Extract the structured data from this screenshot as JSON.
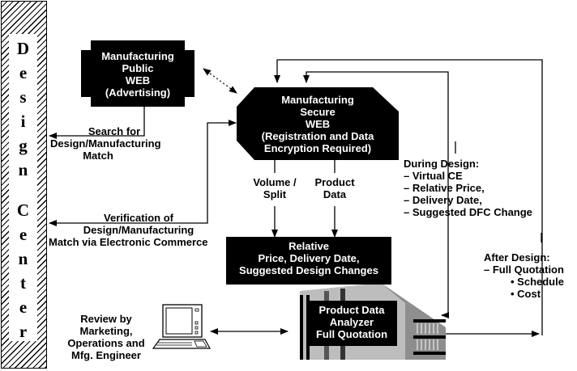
{
  "sidebar": {
    "title": "Design Center",
    "letters": [
      "D",
      "e",
      "s",
      "i",
      "g",
      "n",
      "C",
      "e",
      "n",
      "t",
      "e",
      "r"
    ]
  },
  "nodes": {
    "public_web": {
      "lines": [
        "Manufacturing",
        "Public",
        "WEB",
        "(Advertising)"
      ]
    },
    "secure_web": {
      "lines": [
        "Manufacturing",
        "Secure",
        "WEB",
        "(Registration and Data",
        "Encryption Required)"
      ]
    },
    "relative_price": {
      "lines": [
        "Relative",
        "Price, Delivery Date,",
        "Suggested Design Changes"
      ]
    },
    "analyzer": {
      "lines": [
        "Product Data",
        "Analyzer",
        "Full Quotation"
      ]
    }
  },
  "labels": {
    "search": [
      "Search for",
      "Design/Manufacturing",
      "Match"
    ],
    "verification": [
      "Verification of",
      "Design/Manufacturing",
      "Match via Electronic Commerce"
    ],
    "volume_split": [
      "Volume /",
      "Split"
    ],
    "product_data": [
      "Product",
      "Data"
    ],
    "review": [
      "Review by",
      "Marketing,",
      "Operations and",
      "Mfg. Engineer"
    ],
    "during_design": {
      "title": "During Design:",
      "items": [
        "– Virtual CE",
        "– Relative Price,",
        "– Delivery Date,",
        "– Suggested DFC Change"
      ]
    },
    "after_design": {
      "title": "After Design:",
      "item": "– Full Quotation",
      "subitems": [
        "• Schedule",
        "• Cost"
      ]
    }
  },
  "icons": {
    "computer": "computer-terminal-icon",
    "building": "factory-building-icon"
  },
  "colors": {
    "box_fill": "#000000",
    "box_text": "#ffffff",
    "line": "#000000",
    "building_light": "#c8c8c8",
    "building_mid": "#9a9a9a",
    "building_dark": "#707070"
  }
}
